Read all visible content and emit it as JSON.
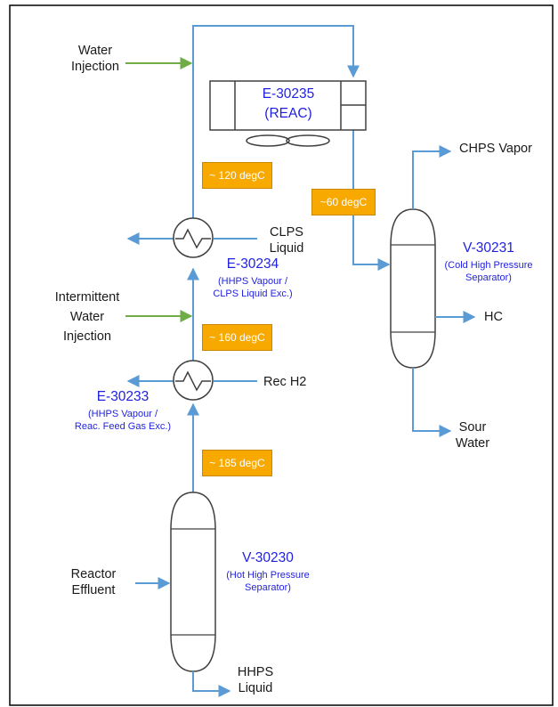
{
  "streams": {
    "water_injection": [
      "Water",
      "Injection"
    ],
    "intermittent_water_injection": [
      "Intermittent",
      "Water",
      "Injection"
    ],
    "reactor_effluent": [
      "Reactor",
      "Effluent"
    ],
    "hhps_liquid": [
      "HHPS",
      "Liquid"
    ],
    "clps_liquid": [
      "CLPS",
      "Liquid"
    ],
    "rec_h2": "Rec H2",
    "chps_vapor": "CHPS Vapor",
    "hc": "HC",
    "sour_water": [
      "Sour",
      "Water"
    ]
  },
  "equipment": {
    "e30235": {
      "tag": "E-30235",
      "desc": "(REAC)"
    },
    "e30234": {
      "tag": "E-30234",
      "desc": [
        "(HHPS Vapour /",
        "CLPS Liquid Exc.)"
      ]
    },
    "e30233": {
      "tag": "E-30233",
      "desc": [
        "(HHPS Vapour /",
        "Reac. Feed Gas Exc.)"
      ]
    },
    "v30230": {
      "tag": "V-30230",
      "desc": [
        "(Hot High Pressure",
        "Separator)"
      ]
    },
    "v30231": {
      "tag": "V-30231",
      "desc": [
        "(Cold High Pressure",
        "Separator)"
      ]
    }
  },
  "temperatures": {
    "t120": "~ 120 degC",
    "t160": "~ 160 degC",
    "t185": "~ 185 degC",
    "t60": "~60 degC"
  },
  "colors": {
    "process_line": "#5b9bd5",
    "injection_line": "#70ad47",
    "tag_text": "#1f1fe0",
    "temp_box": "#f7a900",
    "equipment_outline": "#404040"
  }
}
